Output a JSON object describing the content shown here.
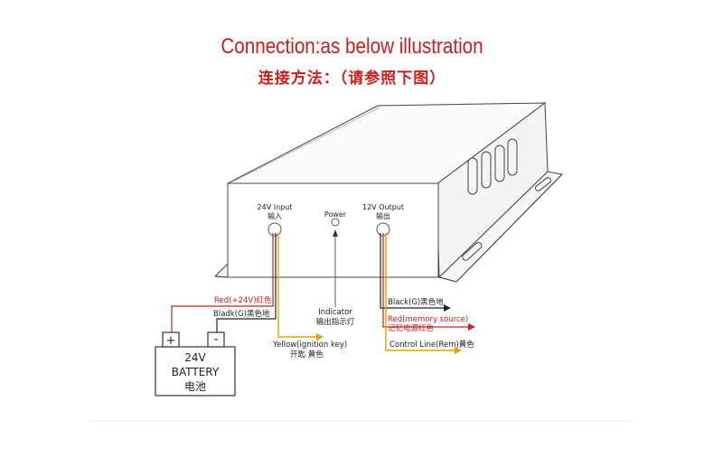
{
  "title_en": "Connection:as below illustration",
  "title_cn": "连接方法：（请参照下图）",
  "input": {
    "label": "24V  Input",
    "label_cn": "输入"
  },
  "power": {
    "label": "Power"
  },
  "output": {
    "label": "12V Output",
    "label_cn": "输出"
  },
  "indicator": {
    "label": "Indicator",
    "label_cn": "输出指示灯"
  },
  "wires": {
    "red_24v": "Red(+24V)红色",
    "black_in": "Bladk(G)黑色地",
    "yellow": "Yellow(ignition key)",
    "yellow_cn": "开匙  黄色",
    "black_out": "Black(G)黑色地",
    "red_mem": "Red(memory source)",
    "red_mem_cn": "记忆电源红色",
    "control": "Control Line(Rem)黄色"
  },
  "battery": {
    "plus": "+",
    "minus": "-",
    "voltage": "24V",
    "label": "BATTERY",
    "label_cn": "电池"
  },
  "colors": {
    "title": "#c8201c",
    "red_wire": "#c8201c",
    "yellow_wire": "#e3a300",
    "black_wire": "#222222"
  }
}
